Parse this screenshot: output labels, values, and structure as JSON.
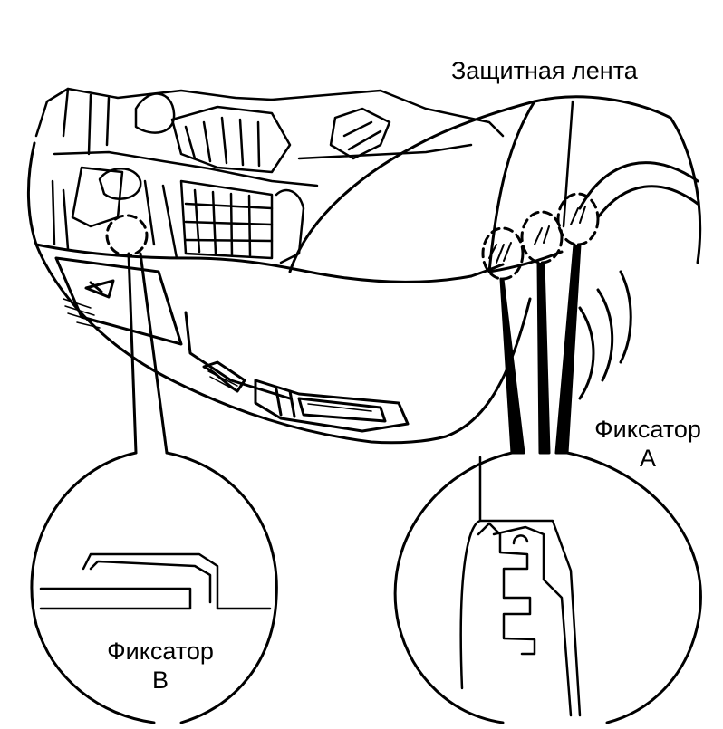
{
  "labels": {
    "protective_tape": "Защитная лента",
    "clip_a": {
      "line1": "Фиксатор",
      "line2": "A"
    },
    "clip_b": {
      "line1": "Фиксатор",
      "line2": "B"
    }
  },
  "colors": {
    "ink": "#000000",
    "paper": "#ffffff"
  },
  "parts": [
    "front-bumper",
    "radiator-and-engine-bay",
    "headlight",
    "front-fender",
    "fog-lamp",
    "clip-a-detail",
    "clip-b-detail"
  ]
}
